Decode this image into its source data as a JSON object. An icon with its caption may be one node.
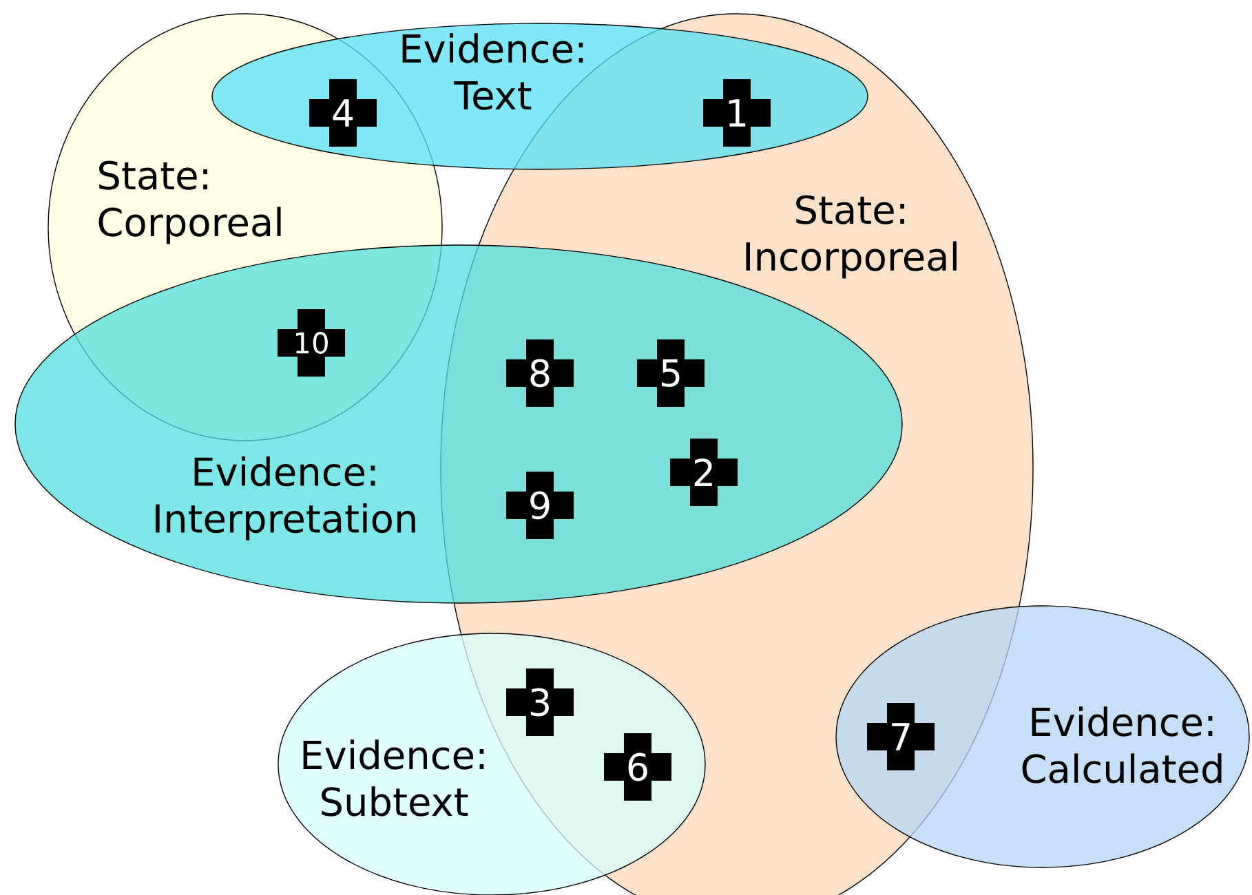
{
  "diagram": {
    "nodes": [
      {
        "text": [
          "Evidence: Text"
        ]
      },
      {
        "text": [
          "State: Corporeal"
        ]
      },
      {
        "text": [
          "State: Incorporeal"
        ]
      },
      {
        "text": [
          "Evidence: Interpretation"
        ]
      },
      {
        "text": [
          "Evidence: Subtext"
        ]
      },
      {
        "text": [
          "Evidence: Calculated"
        ]
      },
      {
        "text": [
          "4"
        ]
      },
      {
        "text": [
          "1"
        ]
      },
      {
        "text": [
          "10"
        ]
      },
      {
        "text": [
          "8"
        ]
      },
      {
        "text": [
          "5"
        ]
      },
      {
        "text": [
          "2"
        ]
      },
      {
        "text": [
          "9"
        ]
      },
      {
        "text": [
          "3"
        ]
      },
      {
        "text": [
          "6"
        ]
      },
      {
        "text": [
          "7"
        ]
      }
    ]
  }
}
